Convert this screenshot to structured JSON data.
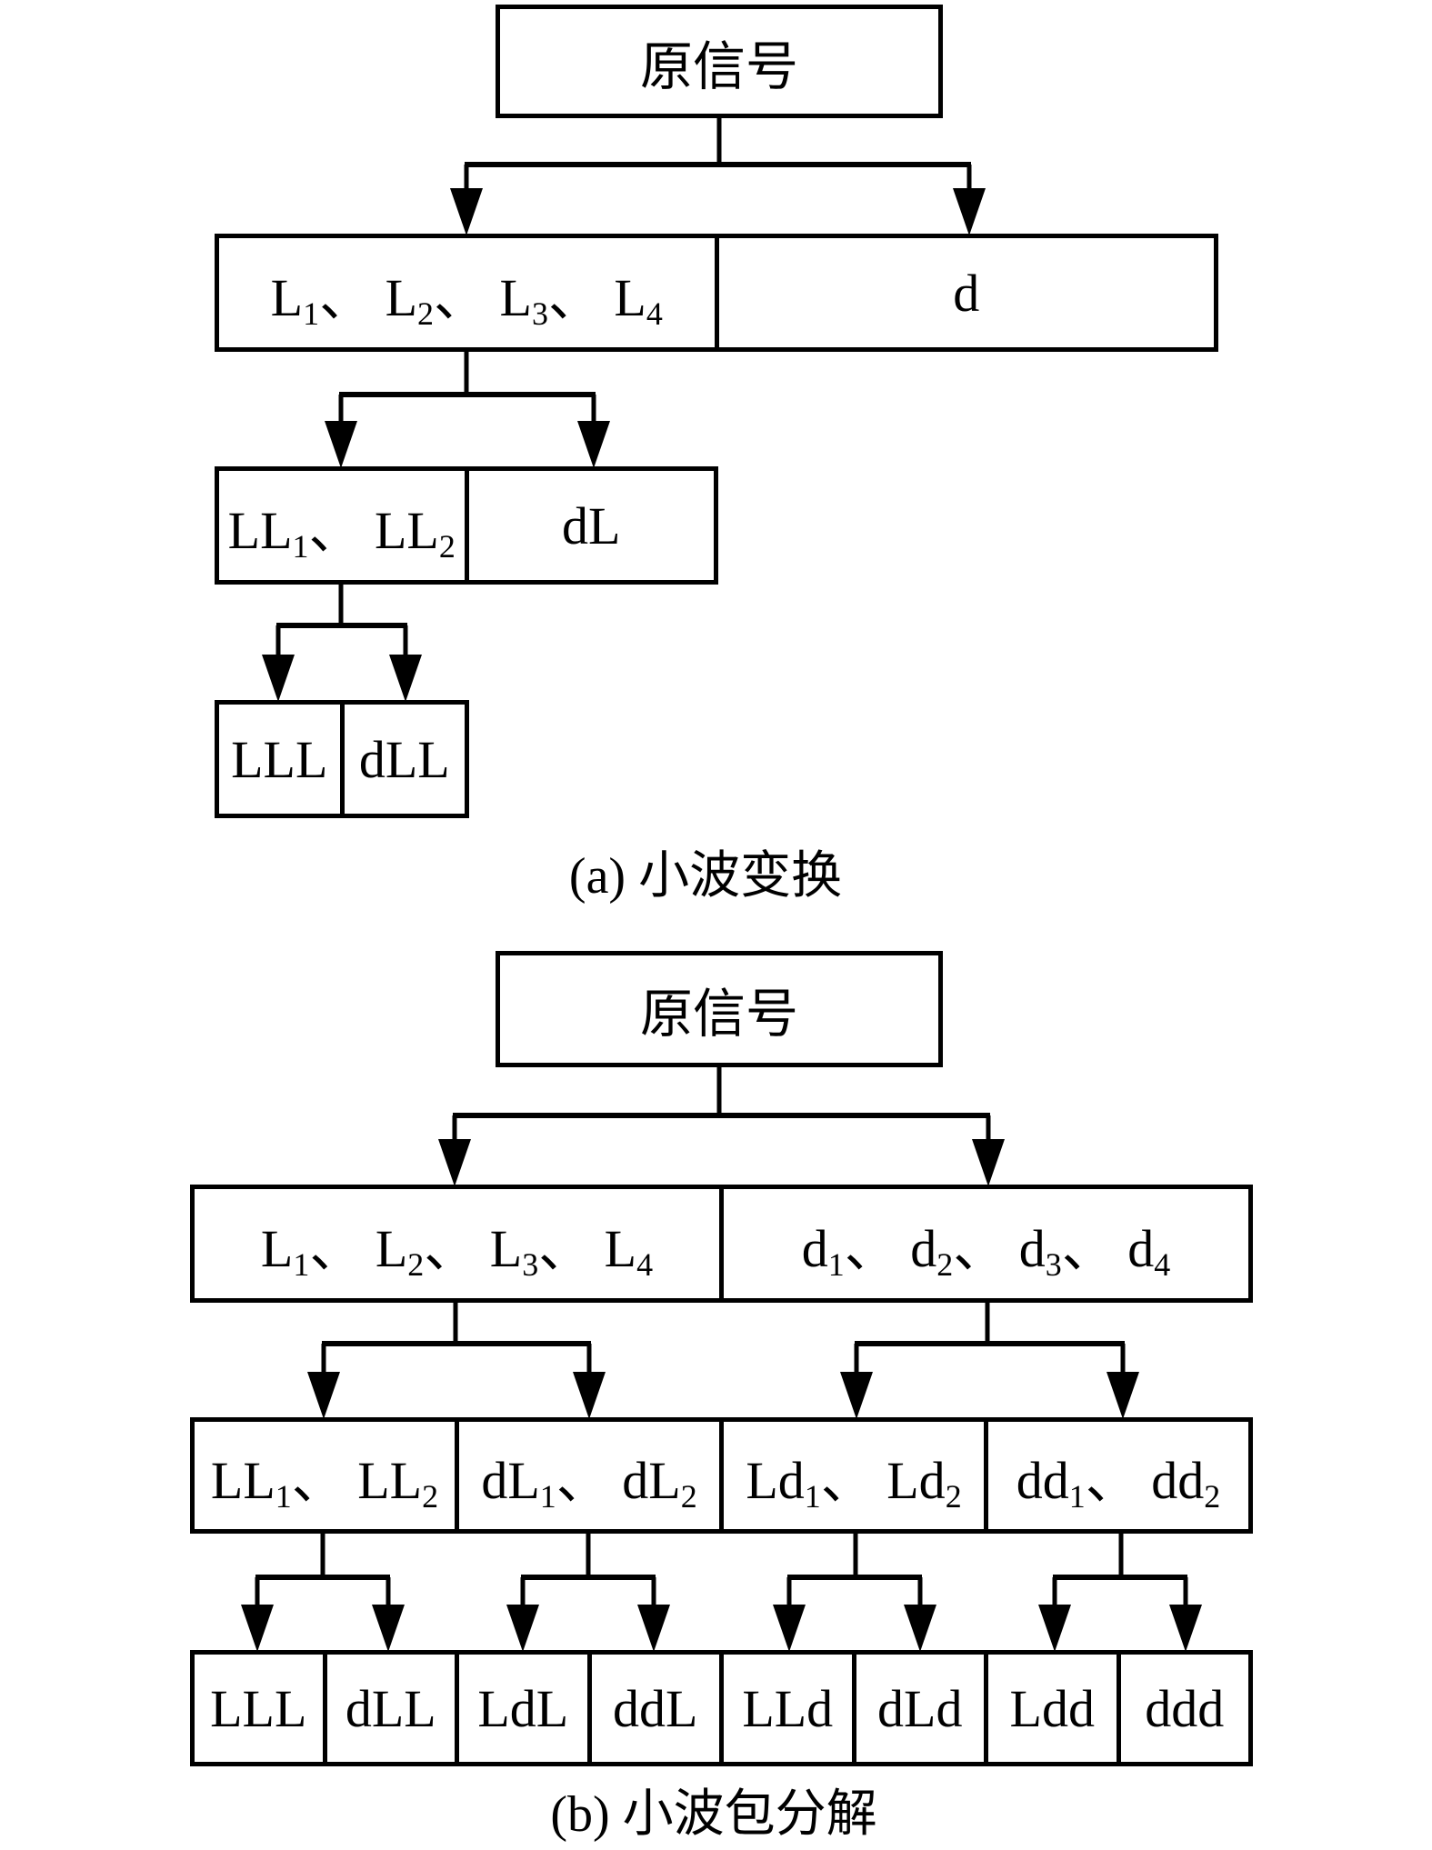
{
  "figure": {
    "colors": {
      "line": "#000000",
      "background": "#ffffff"
    },
    "diagram_a": {
      "caption": "(a) 小波变换",
      "root_label": "原信号",
      "level2": [
        "L_1、 L_2、 L_3、 L_4",
        "d"
      ],
      "level3": [
        "LL_1、 LL_2",
        "dL"
      ],
      "level4": [
        "LLL",
        "dLL"
      ]
    },
    "diagram_b": {
      "caption": "(b) 小波包分解",
      "root_label": "原信号",
      "level2": [
        "L_1、 L_2、 L_3、 L_4",
        "d_1、 d_2、 d_3、 d_4"
      ],
      "level3": [
        "LL_1、 LL_2",
        "dL_1、 dL_2",
        "Ld_1、 Ld_2",
        "dd_1、 dd_2"
      ],
      "level4": [
        "LLL",
        "dLL",
        "LdL",
        "ddL",
        "LLd",
        "dLd",
        "Ldd",
        "ddd"
      ]
    }
  }
}
